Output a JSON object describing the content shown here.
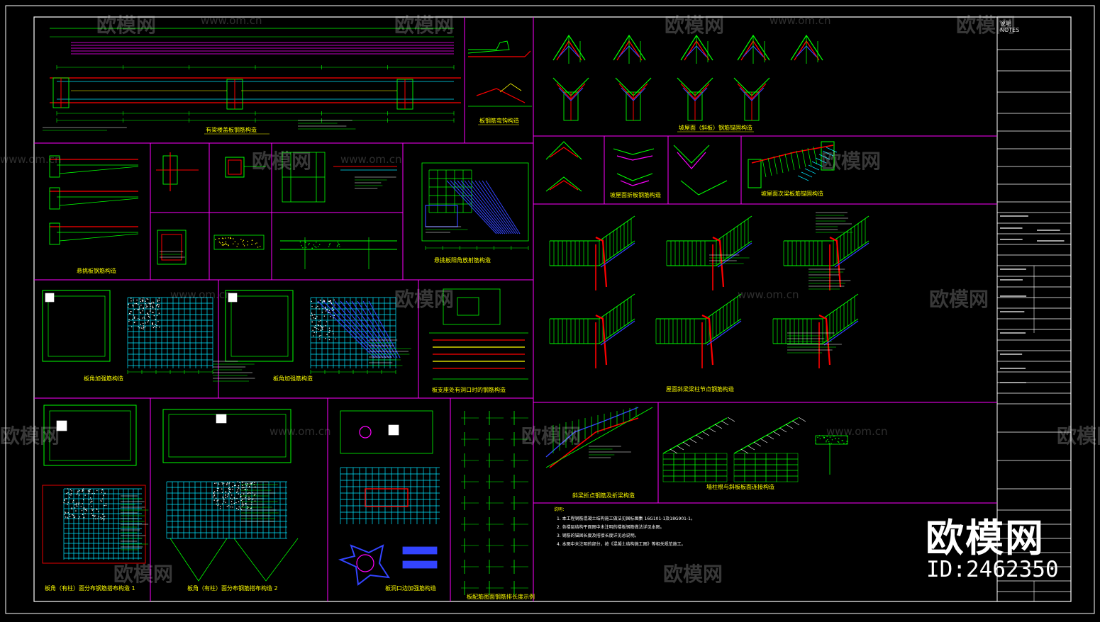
{
  "sheet": {
    "notes_title": "说明",
    "notes_subtitle": "NOTES",
    "colors": {
      "frame": "#ffffff",
      "divider": "#ff00ff",
      "line": "#00ff00",
      "rebar": "#ff0000",
      "mesh": "#00e5ff",
      "blue": "#3344ff",
      "yellow": "#ffff00",
      "text": "#ffff00"
    }
  },
  "watermark": {
    "brand": "欧模网",
    "url": "www.om.cn",
    "logo": "欧模网",
    "id_text": "ID:2462350"
  },
  "panels": {
    "p1": "有梁楼盖板钢筋构造",
    "p2": "板钢筋弯钩构造",
    "p3": "坡屋面（斜板）钢筋锚固构造",
    "p4": "悬挑板钢筋构造",
    "p5": "悬挑板阳角放射筋构造",
    "p6": "坡屋面折板钢筋构造",
    "p7": "坡屋面次梁板筋锚固构造",
    "p8": "板角加强筋构造",
    "p9": "板角加强筋构造",
    "p10": "板支座处有洞口时的钢筋构造",
    "p11": "屋面斜梁梁柱节点钢筋构造",
    "p12": "板角（有柱）面分布钢筋搭布构造 1",
    "p13": "板角（有柱）面分布钢筋搭布构造 2",
    "p14": "板洞口边加强筋构造",
    "p15": "板配筋图面钢筋排长度示例",
    "p16": "斜梁折点钢筋及折梁构造",
    "p17": "墙柱根与斜板板面连接构造"
  },
  "notes": {
    "heading": "说明：",
    "lines": [
      "1. 本工程钢筋混凝土结构施工做法见国标图集 16G101-1及18G901-1。",
      "2. 各楼层结构平面图中未注明的楼板钢筋做法详见本图。",
      "3. 钢筋的锚固长度及搭接长度详见总说明。",
      "4. 本图中未注明的部分，按《混凝土结构施工图》等相关规范施工。"
    ]
  }
}
